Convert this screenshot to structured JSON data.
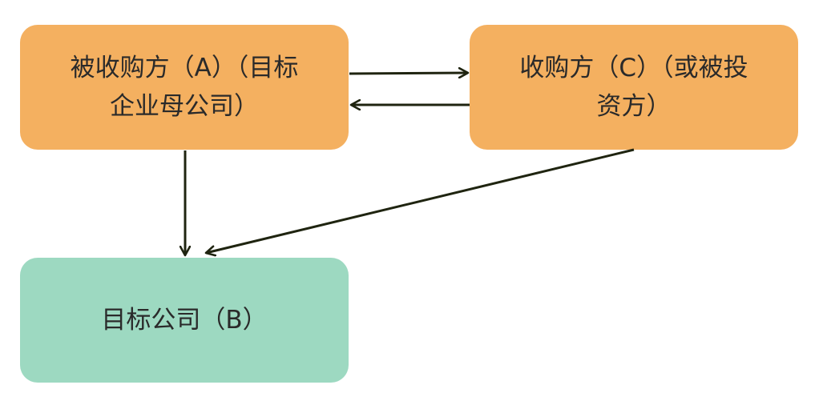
{
  "nodes": {
    "acquiree": {
      "line1": "被收购方（A）（目标",
      "line2": "企业母公司）",
      "color": "#f4b060"
    },
    "acquirer": {
      "line1": "收购方（C）（或被投",
      "line2": "资方）",
      "color": "#f4b060"
    },
    "target": {
      "line1": "目标公司（B）",
      "color": "#9dd9c1"
    }
  },
  "edges": [
    {
      "from": "acquiree",
      "to": "acquirer"
    },
    {
      "from": "acquirer",
      "to": "acquiree"
    },
    {
      "from": "acquiree",
      "to": "target"
    },
    {
      "from": "acquirer",
      "to": "target"
    }
  ],
  "arrow_color": "#1f2410"
}
